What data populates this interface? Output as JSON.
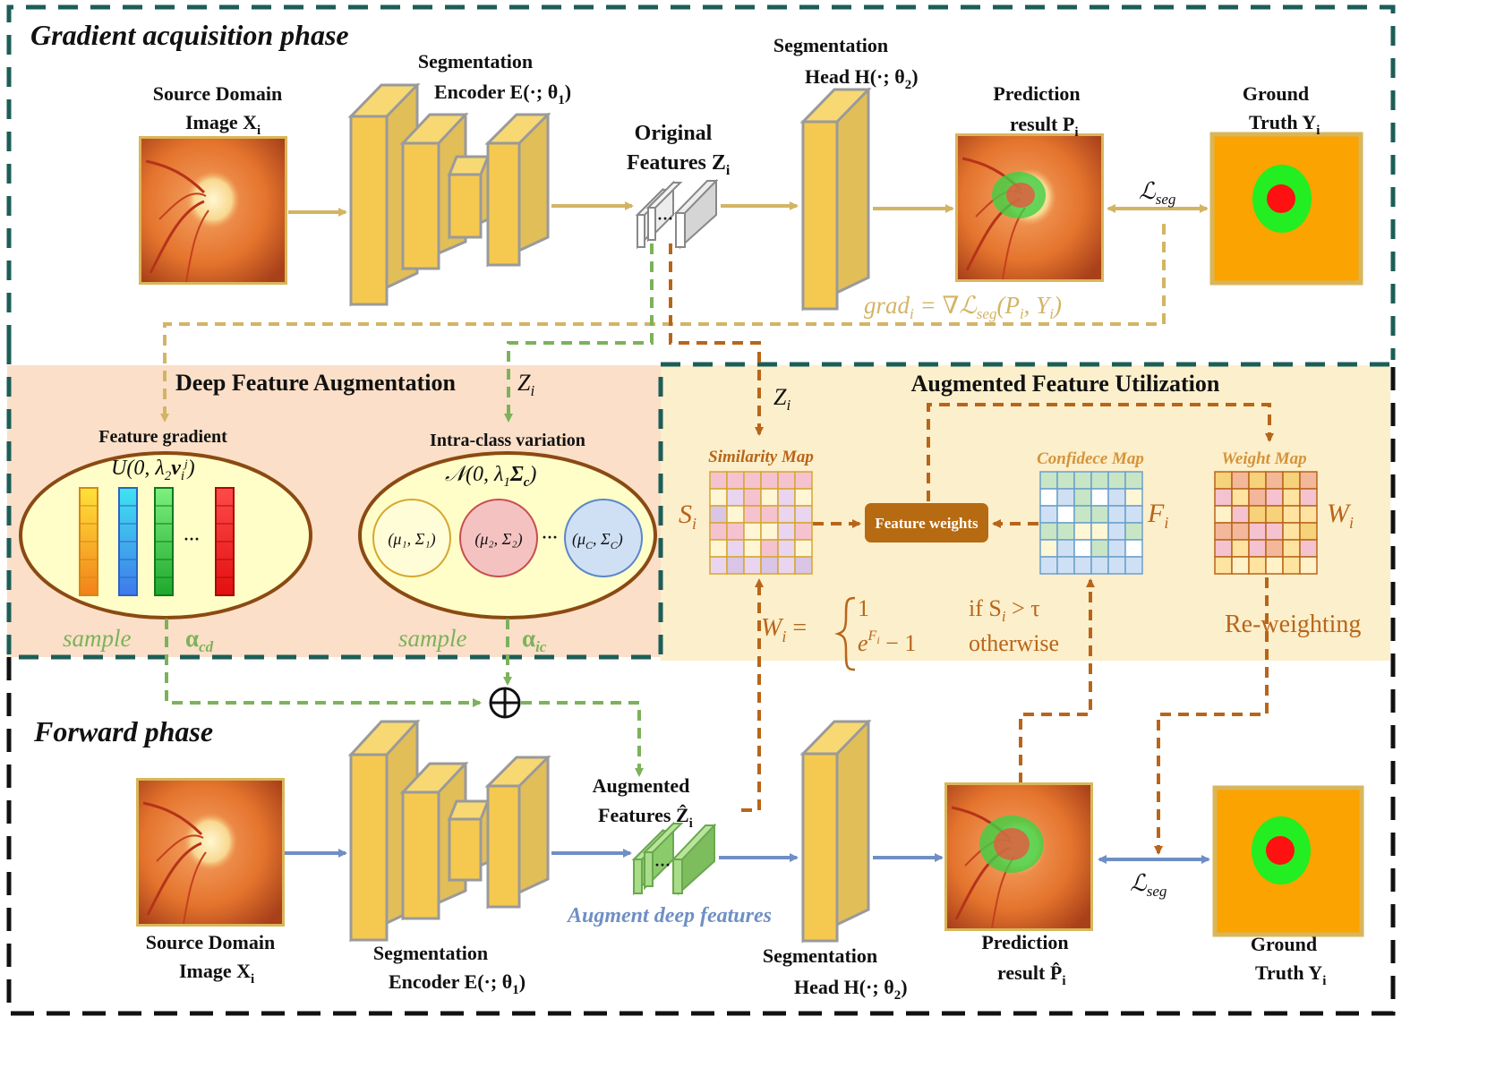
{
  "phases": {
    "gradient_title": "Gradient acquisition phase",
    "forward_title": "Forward phase"
  },
  "top": {
    "source_line1": "Source Domain",
    "source_line2": "Image X",
    "source_sub": "i",
    "encoder_line1": "Segmentation",
    "encoder_line2": "Encoder E(·; θ",
    "encoder_sub": "1",
    "encoder_close": ")",
    "original_line1": "Original",
    "original_line2": "Features Z",
    "original_sub": "i",
    "head_line1": "Segmentation",
    "head_line2": "Head H(·; θ",
    "head_sub": "2",
    "head_close": ")",
    "pred_line1": "Prediction",
    "pred_line2": "result P",
    "pred_sub": "i",
    "gt_line1": "Ground",
    "gt_line2": "Truth Y",
    "gt_sub": "i",
    "loss": "ℒ",
    "loss_sub": "seg",
    "grad_formula": "grad",
    "grad_sub": "i",
    "grad_rest": " = ∇ℒ",
    "grad_sub2": "seg",
    "grad_args": "(P",
    "grad_sub3": "i",
    "grad_args2": ", Y",
    "grad_sub4": "i",
    "grad_close": ")"
  },
  "dfa": {
    "title": "Deep Feature Augmentation",
    "title_z": "Z",
    "title_z_sub": "i",
    "grad_label": "Feature gradient",
    "grad_dist": "U(0, λ",
    "grad_dist_sub": "2",
    "grad_dist_v": "v",
    "grad_dist_vsub": "i",
    "grad_dist_vsup": "j",
    "grad_dist_close": ")",
    "intra_label": "Intra-class variation",
    "intra_dist": "𝒩(0, λ",
    "intra_dist_sub": "1",
    "intra_dist_sigma": "Σ",
    "intra_dist_sigma_sub": "c",
    "intra_dist_close": ")",
    "c1": "(μ₁, Σ₁)",
    "c2": "(μ₂, Σ₂)",
    "c3": "(μ",
    "c3_sub": "C",
    "c3_rest": ", Σ",
    "c3_sub2": "C",
    "c3_close": ")",
    "dots": "···",
    "sample1": "sample",
    "alpha1": "α",
    "alpha1_sub": "cd",
    "sample2": "sample",
    "alpha2": "α",
    "alpha2_sub": "ic"
  },
  "afu": {
    "title": "Augmented Feature Utilization",
    "z": "Z",
    "z_sub": "i",
    "sim_label": "Similarity Map",
    "s": "S",
    "s_sub": "i",
    "fw_button": "Feature weights",
    "conf_label": "Confidece Map",
    "f": "F",
    "f_sub": "i",
    "weight_label": "Weight Map",
    "w": "W",
    "w_sub": "i",
    "formula_lhs": "W",
    "formula_lhs_sub": "i",
    "formula_eq": " = ",
    "case1_val": "1",
    "case1_cond": "if S",
    "case1_cond_sub": "i",
    "case1_cond_rest": " > τ",
    "case2_val": "e",
    "case2_sup": "F",
    "case2_supsub": "i",
    "case2_rest": " − 1",
    "case2_cond": "otherwise",
    "reweight": "Re-weighting"
  },
  "bottom": {
    "source_line1": "Source Domain",
    "source_line2": "Image X",
    "source_sub": "i",
    "encoder_line1": "Segmentation",
    "encoder_line2": "Encoder E(·; θ",
    "encoder_sub": "1",
    "encoder_close": ")",
    "aug_line1": "Augmented",
    "aug_line2": "Features Ẑ",
    "aug_sub": "i",
    "aug_note": "Augment deep features",
    "head_line1": "Segmentation",
    "head_line2": "Head H(·; θ",
    "head_sub": "2",
    "head_close": ")",
    "pred_line1": "Prediction",
    "pred_line2": "result P̂",
    "pred_sub": "i",
    "gt_line1": "Ground",
    "gt_line2": "Truth Y",
    "gt_sub": "i",
    "loss": "ℒ",
    "loss_sub": "seg"
  },
  "colors": {
    "teal_border": "#1b5e57",
    "black_border": "#111111",
    "gold_arrow": "#d4b464",
    "green_arrow": "#7cb25a",
    "brown_arrow": "#b8651a",
    "blue_arrow": "#6f8fc4",
    "dfa_bg": "#fbdfc8",
    "afu_bg": "#fcefcb",
    "block_fill": "#f5c94f",
    "button_fill": "#b66a12"
  }
}
